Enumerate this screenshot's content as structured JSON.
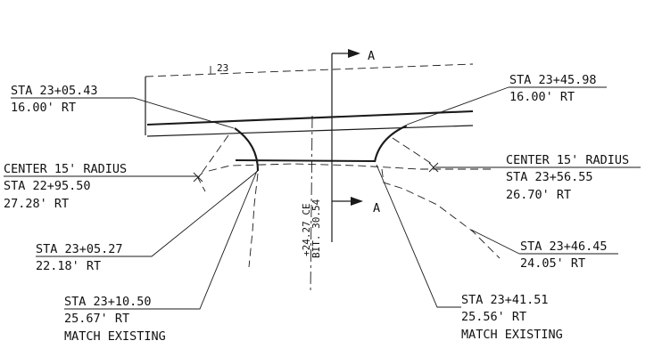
{
  "roadway_label": "23",
  "section_marker": {
    "top": "A",
    "bottom": "A"
  },
  "cl_labels": {
    "station": "+24.27 CE",
    "elevation": "BIT. 30.54"
  },
  "callouts": {
    "ul": {
      "line1": "STA 23+05.43",
      "line2": "16.00' RT"
    },
    "ur": {
      "line1": "STA 23+45.98",
      "line2": "16.00' RT"
    },
    "ml": {
      "line1": "CENTER 15' RADIUS",
      "line2": "STA 22+95.50",
      "line3": "27.28' RT"
    },
    "mr": {
      "line1": "CENTER 15' RADIUS",
      "line2": "STA 23+56.55",
      "line3": "26.70' RT"
    },
    "ll": {
      "line1": "STA 23+05.27",
      "line2": "22.18' RT"
    },
    "lr": {
      "line1": "STA 23+46.45",
      "line2": "24.05' RT"
    },
    "bl": {
      "line1": "STA 23+10.50",
      "line2": "25.67' RT",
      "line3": "MATCH EXISTING"
    },
    "br": {
      "line1": "STA 23+41.51",
      "line2": "25.56' RT",
      "line3": "MATCH EXISTING"
    }
  }
}
